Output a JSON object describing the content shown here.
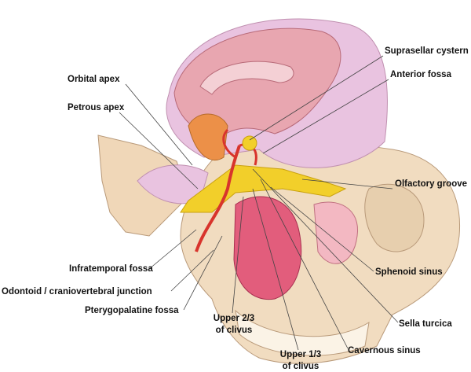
{
  "labels": {
    "orbital_apex": "Orbital apex",
    "petrous_apex": "Petrous apex",
    "suprasellar_cistern": "Suprasellar cystern",
    "anterior_fossa": "Anterior fossa",
    "olfactory_groove": "Olfactory groove",
    "infratemporal_fossa": "Infratemporal fossa",
    "odontoid_junction": "Odontoid / craniovertebral junction",
    "pterygopalatine_fossa": "Pterygopalatine fossa",
    "sphenoid_sinus": "Sphenoid sinus",
    "sella_turcica": "Sella turcica",
    "upper_two_thirds_clivus_1": "Upper 2/3",
    "upper_two_thirds_clivus_2": "of clivus",
    "upper_one_third_clivus_1": "Upper 1/3",
    "upper_one_third_clivus_2": "of clivus",
    "cavernous_sinus": "Cavernous sinus"
  },
  "colors": {
    "bone": "#f1dcc0",
    "brain": "#e8a6b0",
    "dura": "#e9c3e0",
    "artery": "#d8342c",
    "fat": "#f2cf2a",
    "mucosa": "#e25d7c"
  }
}
